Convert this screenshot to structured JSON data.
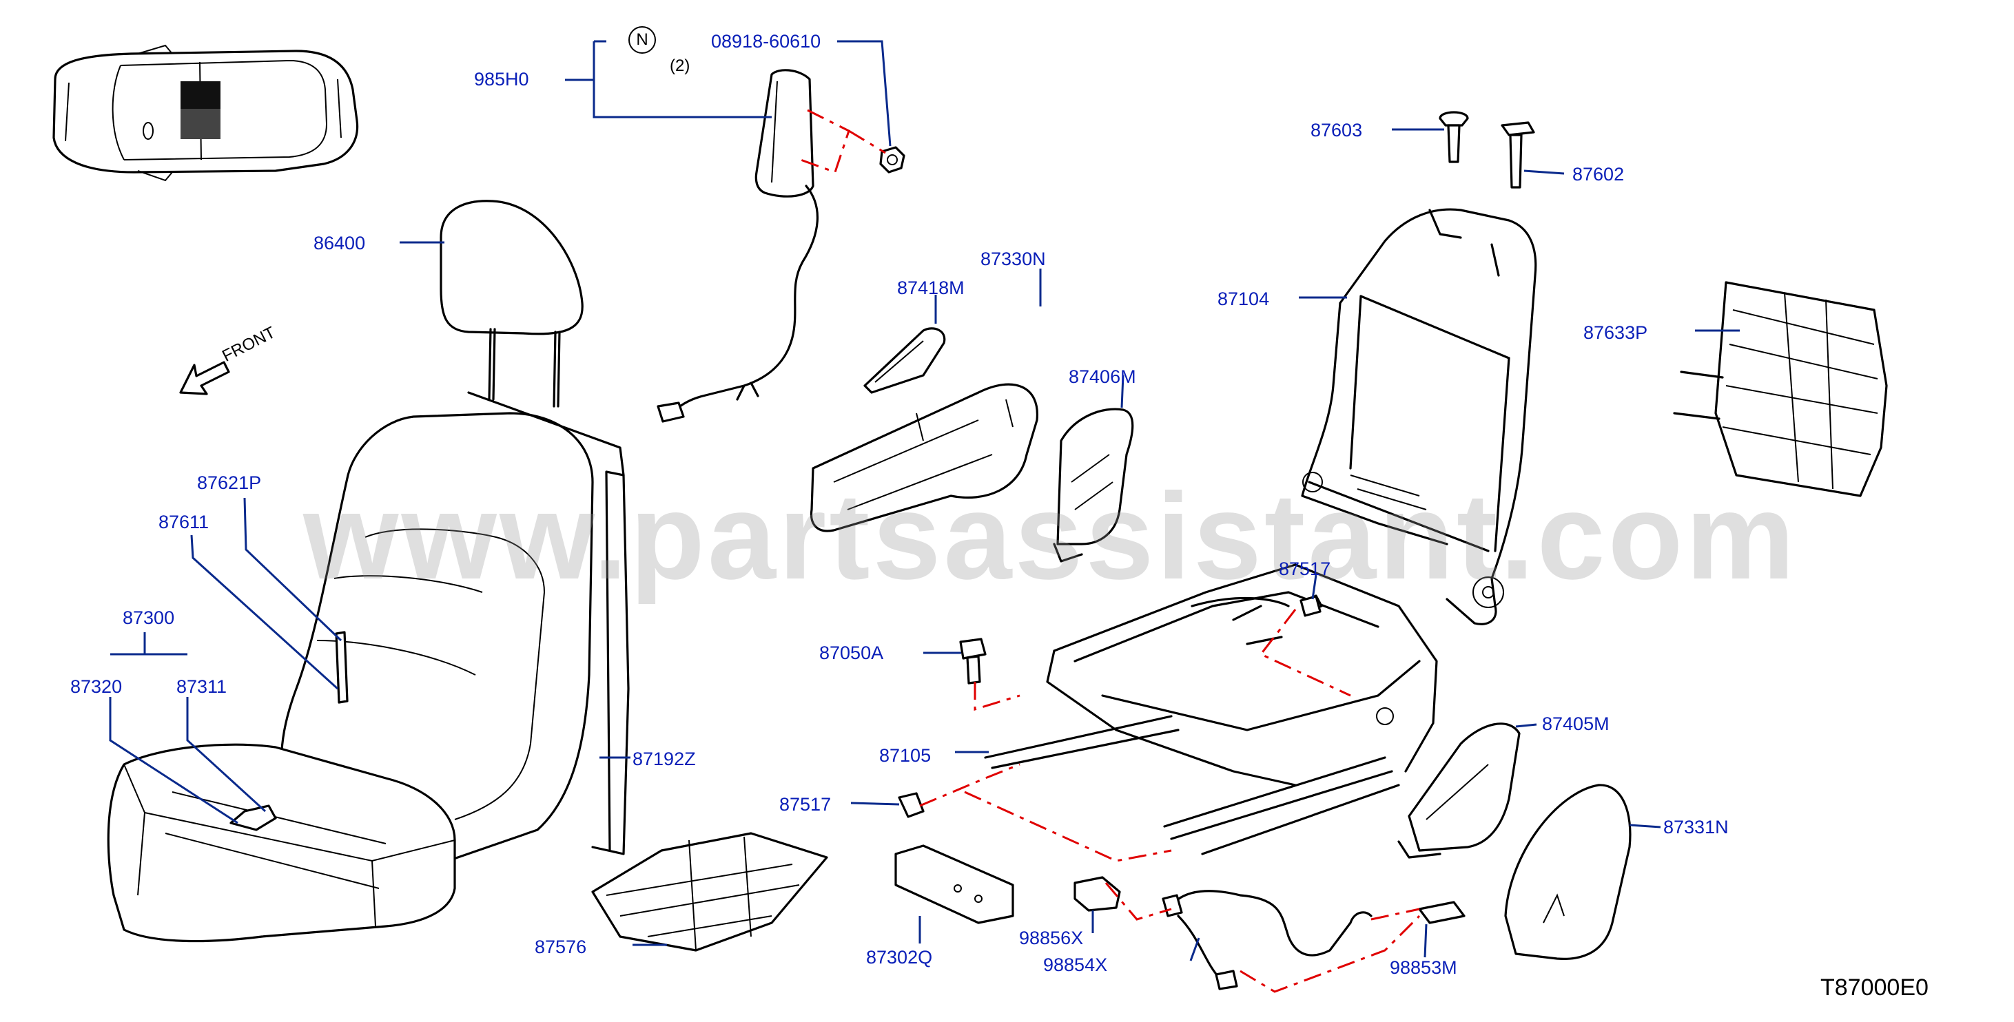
{
  "watermark": "www.partsassistant.com",
  "diagram_code": "T87000E0",
  "front_label": "FRONT",
  "notes": {
    "n_symbol": "N",
    "qty": "(2)"
  },
  "colors": {
    "label": "#0a1fb8",
    "leader": "#0a2a8c",
    "dashed_leader": "#e00000",
    "line_art": "#000000"
  },
  "labels": {
    "p985H0": "985H0",
    "p08918_60610": "08918-60610",
    "p86400": "86400",
    "p87418M": "87418M",
    "p87330N": "87330N",
    "p87406M": "87406M",
    "p87603": "87603",
    "p87602": "87602",
    "p87104": "87104",
    "p87633P": "87633P",
    "p87621P": "87621P",
    "p87611": "87611",
    "p87300": "87300",
    "p87320": "87320",
    "p87311": "87311",
    "p87192Z": "87192Z",
    "p87517a": "87517",
    "p87050A": "87050A",
    "p87105": "87105",
    "p87517b": "87517",
    "p87405M": "87405M",
    "p87331N": "87331N",
    "p87576": "87576",
    "p87302Q": "87302Q",
    "p98856X": "98856X",
    "p98854X": "98854X",
    "p98853M": "98853M"
  }
}
